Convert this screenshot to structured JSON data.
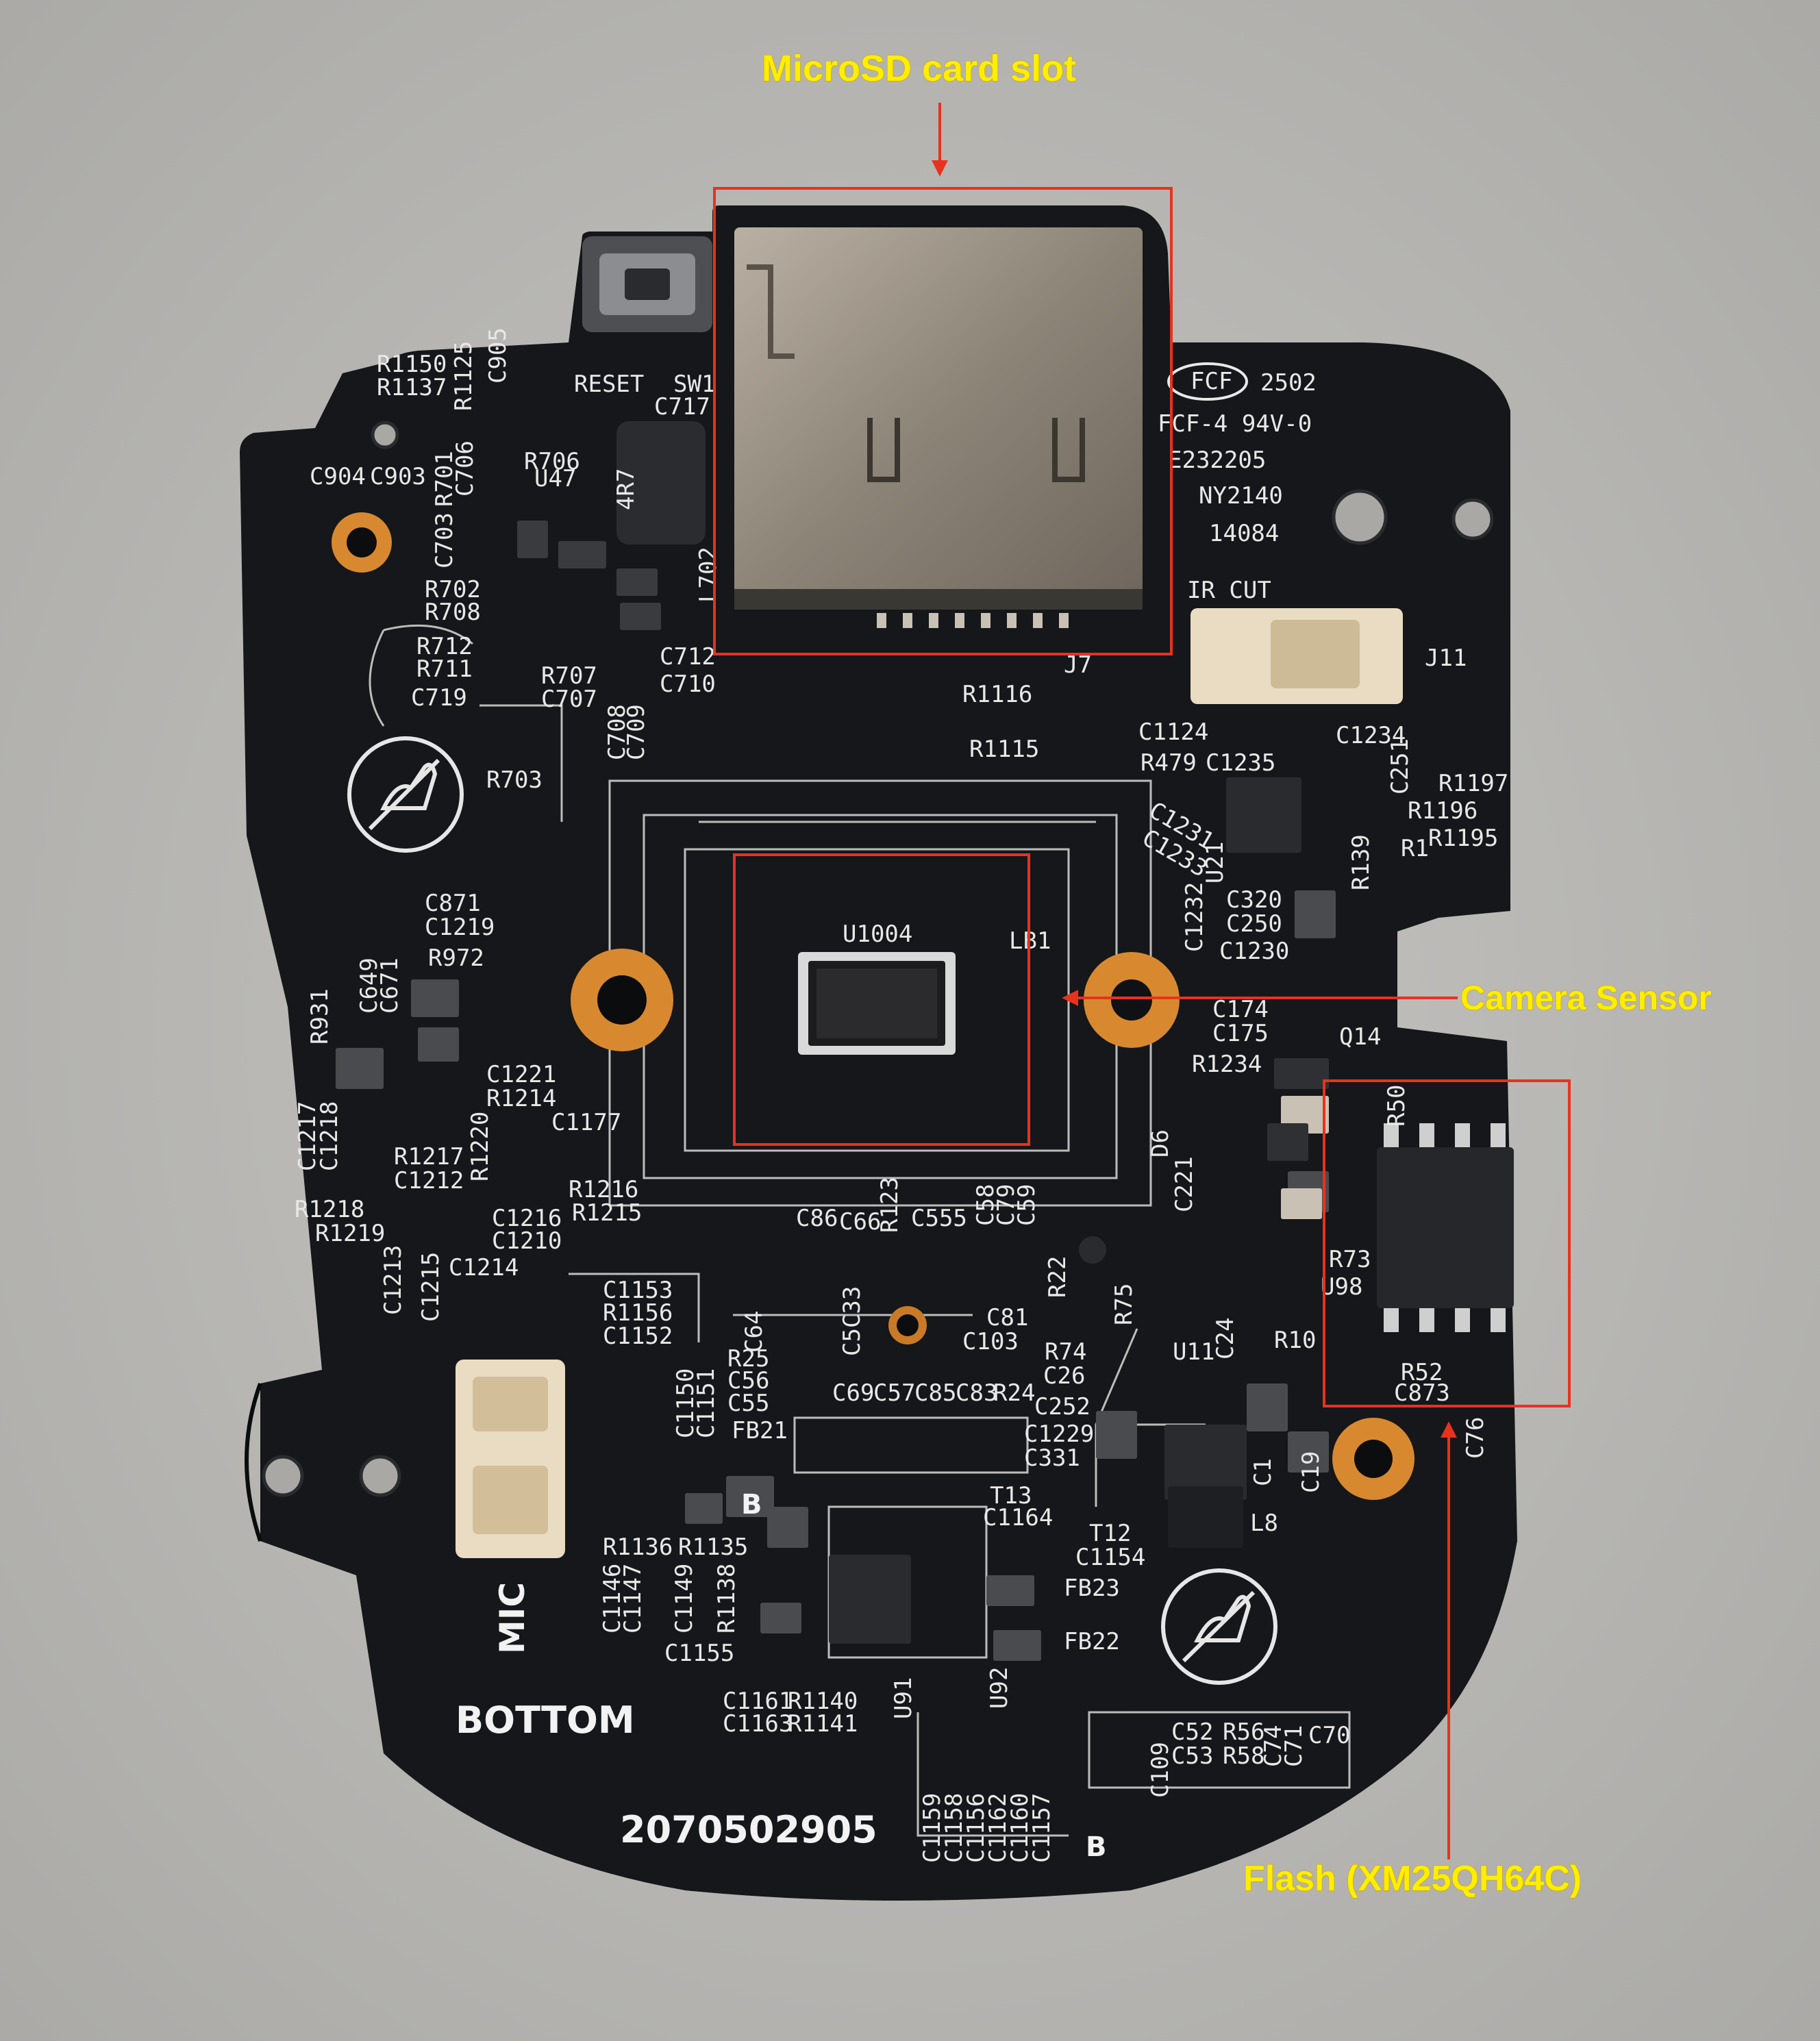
{
  "annotations": {
    "microsd": "MicroSD card slot",
    "sensor": "Camera Sensor",
    "flash": "Flash (XM25QH64C)"
  },
  "board": {
    "label_bottom": "BOTTOM",
    "label_mic": "MIC",
    "serial": "2070502905",
    "reset": "RESET",
    "sw1": "SW1",
    "ir_cut": "IR CUT",
    "fcf_logo": "FCF",
    "fcf_code": "2502",
    "fcf_rating": "FCF-4 94V-0",
    "ul_cert": "E232205",
    "date1": "NY2140",
    "date2": "14084",
    "sensor_ref": "U1004",
    "inductor": "4R7",
    "j11": "J11",
    "j7": "J7",
    "b_mark": "B",
    "refs": {
      "r1150": "R1150",
      "r1137": "R1137",
      "r1125": "R1125",
      "c905": "C905",
      "c717": "C717",
      "c904": "C904",
      "c903": "C903",
      "r701": "R701",
      "c706": "C706",
      "c703": "C703",
      "r706": "R706",
      "u47": "U47",
      "r702": "R702",
      "r708": "R708",
      "r712": "R712",
      "r711": "R711",
      "c719": "C719",
      "r707": "R707",
      "c707": "C707",
      "c712": "C712",
      "c710": "C710",
      "l702": "L702",
      "r703": "R703",
      "c708": "C708",
      "c709": "C709",
      "r1116": "R1116",
      "r1115": "R1115",
      "c1124": "C1124",
      "r479": "R479",
      "c1235": "C1235",
      "c1234": "C1234",
      "c251": "C251",
      "r1197": "R1197",
      "r1196": "R1196",
      "r1": "R1",
      "r1195": "R1195",
      "c1231": "C1231",
      "c1233": "C1233",
      "u21": "U21",
      "r139": "R139",
      "c871": "C871",
      "c1219": "C1219",
      "r972": "R972",
      "c649": "C649",
      "c671": "C671",
      "r931": "R931",
      "lb1": "LB1",
      "c320": "C320",
      "c250": "C250",
      "c1232": "C1232",
      "c1230": "C1230",
      "c174": "C174",
      "c175": "C175",
      "q14": "Q14",
      "r1234": "R1234",
      "r50": "R50",
      "c1221": "C1221",
      "r1214": "R1214",
      "c1177": "C1177",
      "c1217": "C1217",
      "c1218": "C1218",
      "r1217": "R1217",
      "c1212": "C1212",
      "r1220": "R1220",
      "d6": "D6",
      "c221": "C221",
      "r1218": "R1218",
      "r1219": "R1219",
      "r1216": "R1216",
      "r1215": "R1215",
      "c1216": "C1216",
      "c1210": "C1210",
      "c86": "C86",
      "c66": "C66",
      "r123": "R123",
      "c555": "C555",
      "c58": "C58",
      "c79": "C79",
      "c59": "C59",
      "c1213": "C1213",
      "c1215": "C1215",
      "c1214": "C1214",
      "c1153": "C1153",
      "r1156": "R1156",
      "c1152": "C1152",
      "c64": "C64",
      "c5c33": "C5C33",
      "c81": "C81",
      "c103": "C103",
      "r22": "R22",
      "r75": "R75",
      "r73": "R73",
      "u98": "U98",
      "r25": "R25",
      "c56": "C56",
      "c55": "C55",
      "fb21": "FB21",
      "c1150": "C1150",
      "c1151": "C1151",
      "c69": "C69",
      "c57": "C57",
      "c85": "C85",
      "c83": "C83",
      "r24": "R24",
      "r74": "R74",
      "c26": "C26",
      "u11": "U11",
      "c24": "C24",
      "r10": "R10",
      "r52": "R52",
      "c873": "C873",
      "c252": "C252",
      "c1229": "C1229",
      "c331": "C331",
      "c1": "C1",
      "c19": "C19",
      "l8": "L8",
      "c76": "C76",
      "t13": "T13",
      "c1164": "C1164",
      "t12": "T12",
      "c1154": "C1154",
      "fb23": "FB23",
      "fb22": "FB22",
      "r1136": "R1136",
      "r1135": "R1135",
      "c1146": "C1146",
      "c1147": "C1147",
      "c1149": "C1149",
      "r1138": "R1138",
      "c1155": "C1155",
      "c1161": "C1161",
      "r1140": "R1140",
      "c1163": "C1163",
      "r1141": "R1141",
      "u91": "U91",
      "u92": "U92",
      "c52": "C52",
      "r56": "R56",
      "c74": "C74",
      "c71": "C71",
      "c70": "C70",
      "c109": "C109",
      "c53": "C53",
      "r58": "R58",
      "c1159": "C1159",
      "c1158": "C1158",
      "c1156": "C1156",
      "c1162": "C1162",
      "c1160": "C1160",
      "c1157": "C1157"
    }
  },
  "colors": {
    "background": "#b9b8b5",
    "pcb": "#15171a",
    "silkscreen": "#e8e8e8",
    "copper_ring": "#d8892f",
    "highlight_box": "#e8321e",
    "annotation_text": "#ffee00"
  }
}
